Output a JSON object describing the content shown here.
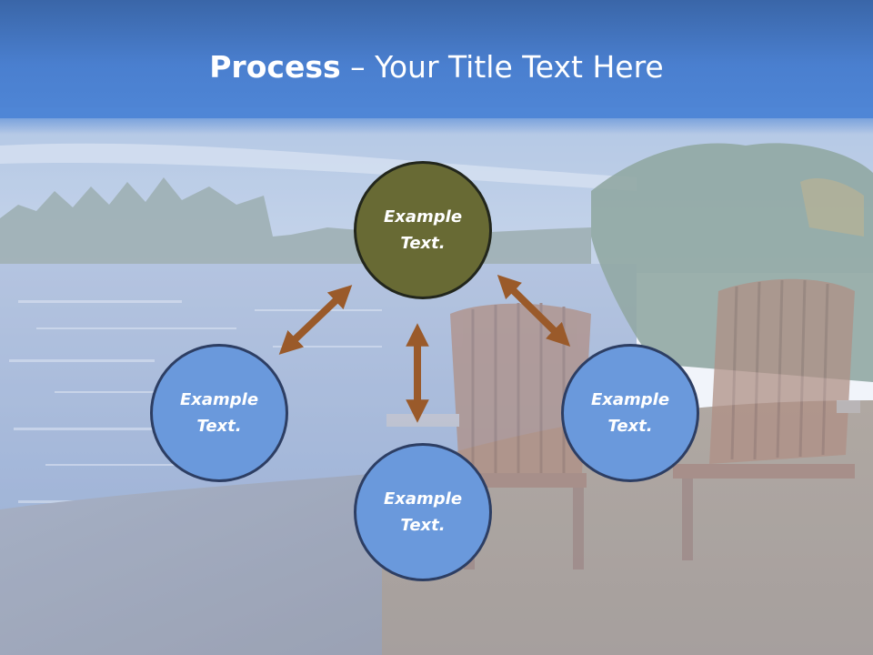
{
  "slide": {
    "title_bold": "Process",
    "title_dash": " – ",
    "title_rest": "Your Title Text Here"
  },
  "nodes": {
    "center": "Example Text.",
    "left": "Example Text.",
    "right": "Example Text.",
    "bottom": "Example Text."
  },
  "colors": {
    "header_blue": "#4a7fcf",
    "node_blue": "#6a99dc",
    "node_olive": "#686a34",
    "node_border": "#2d3e63",
    "arrow_brown": "#9a5a2a"
  }
}
